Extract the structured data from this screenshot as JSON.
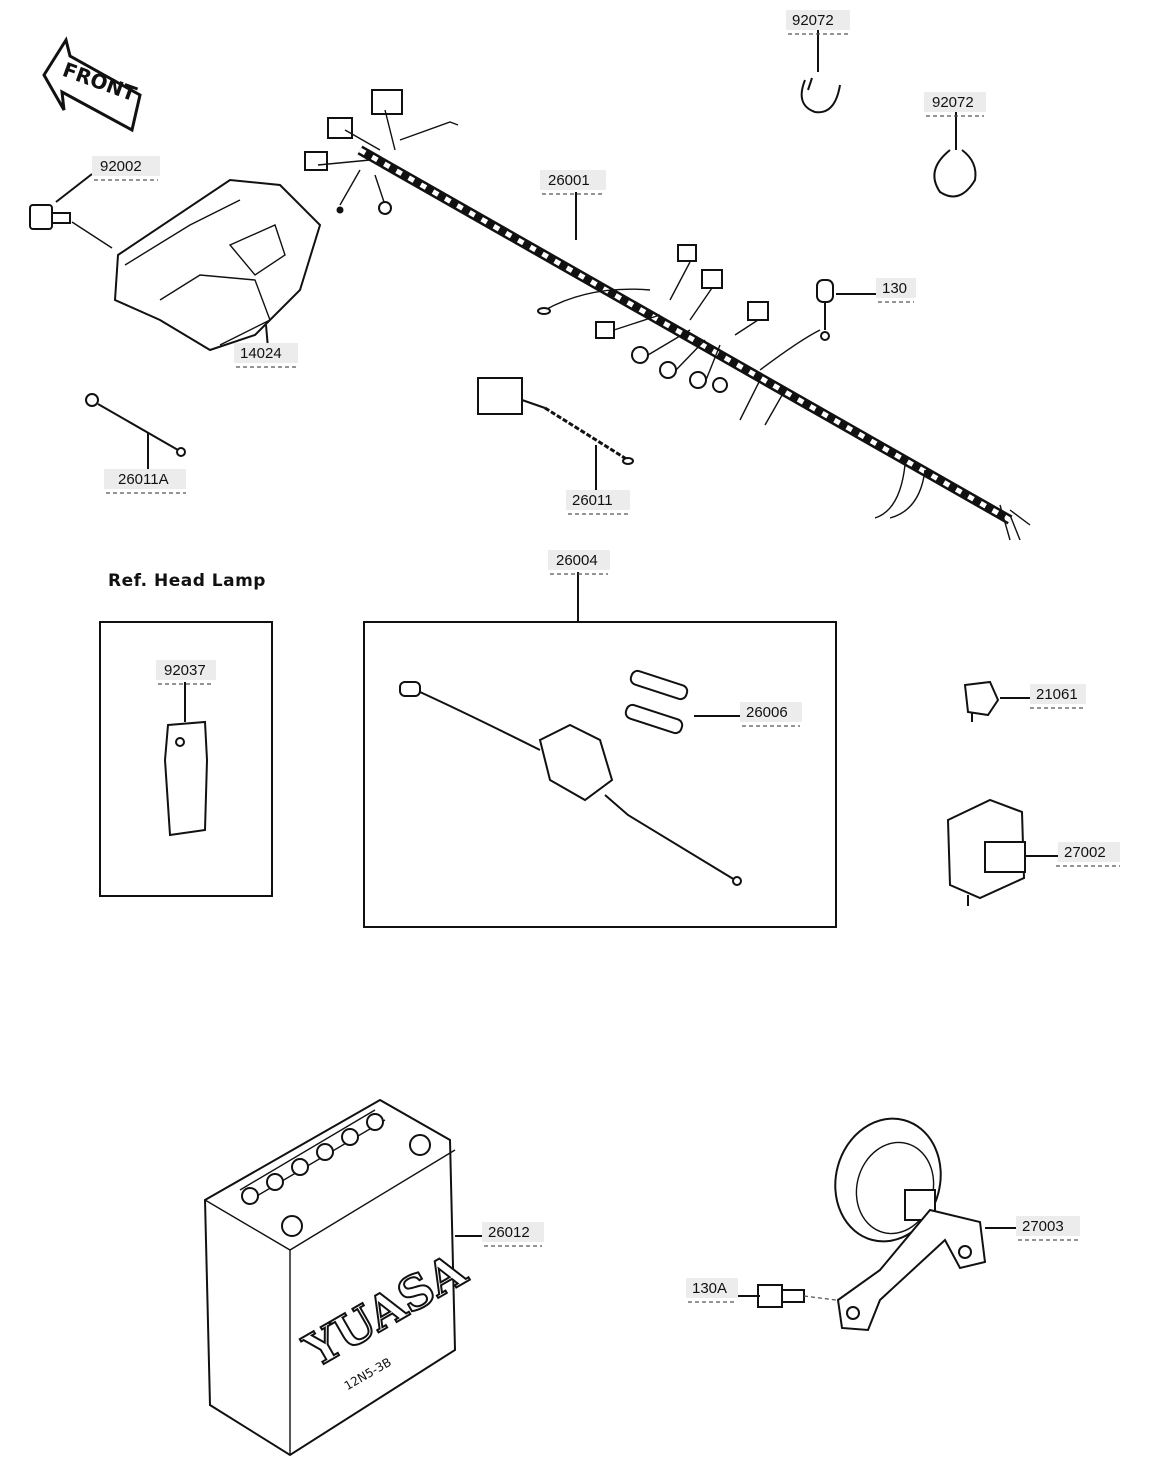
{
  "front_arrow": {
    "text": "FRONT"
  },
  "group_headers": {
    "head_lamp_ref": "Ref. Head Lamp"
  },
  "parts": {
    "p92072_a": "92072",
    "p92072_b": "92072",
    "p92002": "92002",
    "p26001": "26001",
    "p130": "130",
    "p14024": "14024",
    "p26011A": "26011A",
    "p26011": "26011",
    "p26004": "26004",
    "p92037": "92037",
    "p26006": "26006",
    "p21061": "21061",
    "p27002": "27002",
    "p26012": "26012",
    "p27003": "27003",
    "p130A": "130A"
  },
  "battery": {
    "brand": "YUASA",
    "model_text": "12N5-3B"
  }
}
